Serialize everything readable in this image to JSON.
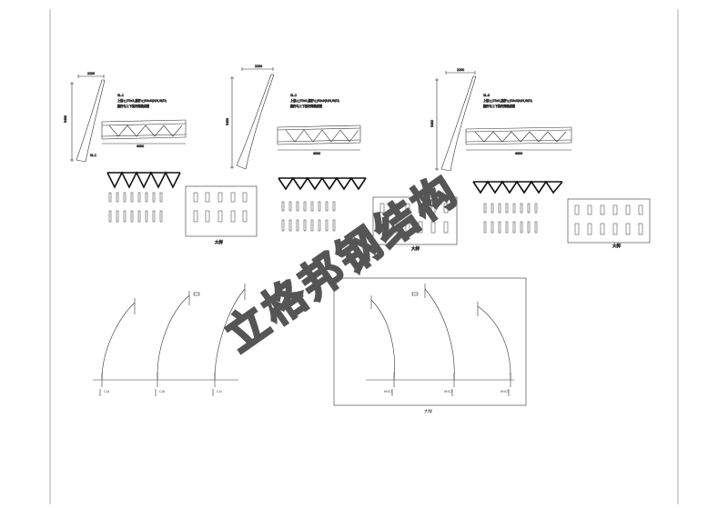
{
  "sheet": {
    "panel_titles": [
      "XL-1",
      "XL-2",
      "XL-3"
    ],
    "panel_notes": [
      [
        "上弦:□75x5,腹杆:□50x3(H/H,W/D)",
        "腹杆与上下弦杆焊接成型"
      ],
      [
        "上弦:□75x5,腹杆:□50x3(H/H,W/D)",
        "腹杆与上下弦杆焊接成型"
      ],
      [
        "上弦:□75x5,腹杆:□50x3(H/H,W/D)",
        "腹杆与上下弦杆焊接成型"
      ]
    ],
    "section_mark": "XL-1",
    "dims": {
      "top": "2200",
      "height": "5400",
      "span": "4000"
    },
    "bubble_label": "大样",
    "arch_labels": [
      "C1a",
      "C1b",
      "C1c",
      "HHC1",
      "HHC2",
      "HHC3"
    ],
    "watermark": "立格邦钢结构"
  }
}
